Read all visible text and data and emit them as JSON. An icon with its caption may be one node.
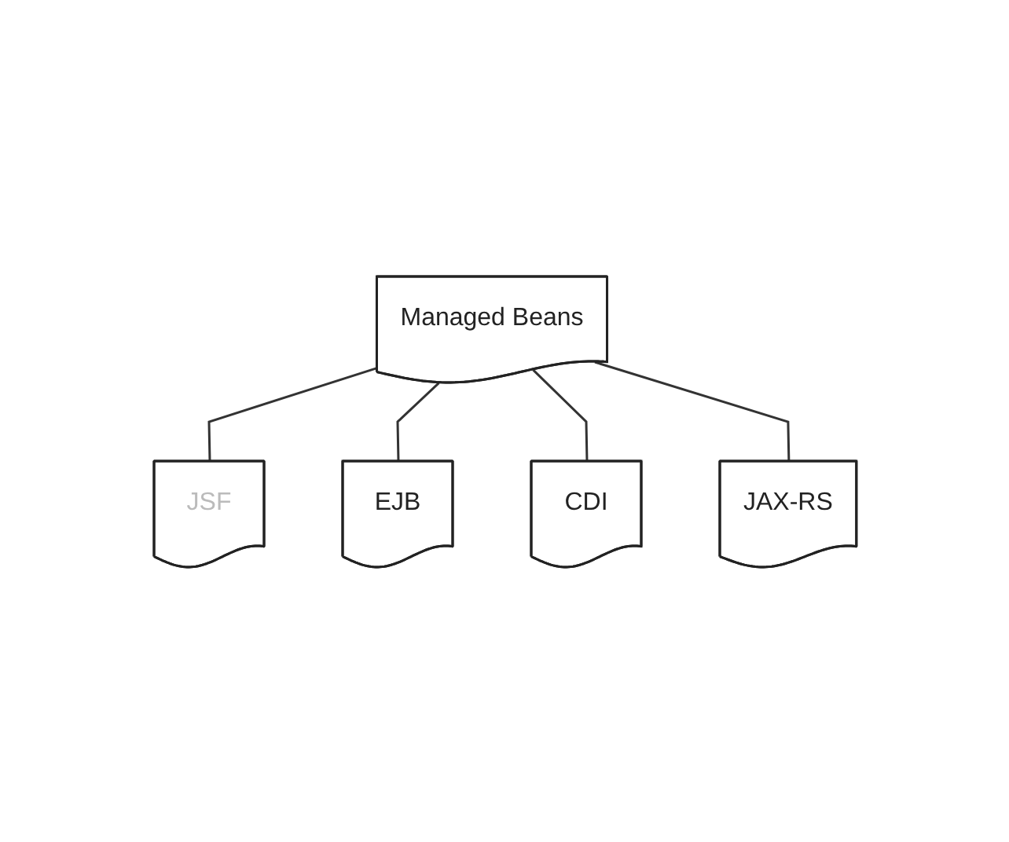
{
  "diagram": {
    "nodes": [
      {
        "text": [
          "Managed Beans"
        ]
      },
      {
        "text": [
          "JSF"
        ]
      },
      {
        "text": [
          "EJB"
        ]
      },
      {
        "text": [
          "CDI"
        ]
      },
      {
        "text": [
          "JAX-RS"
        ]
      }
    ],
    "edges": [
      {
        "from": 0,
        "to": 1,
        "arrow": "none"
      },
      {
        "from": 0,
        "to": 2,
        "arrow": "none"
      },
      {
        "from": 0,
        "to": 3,
        "arrow": "none"
      },
      {
        "from": 0,
        "to": 4,
        "arrow": "none"
      }
    ]
  }
}
